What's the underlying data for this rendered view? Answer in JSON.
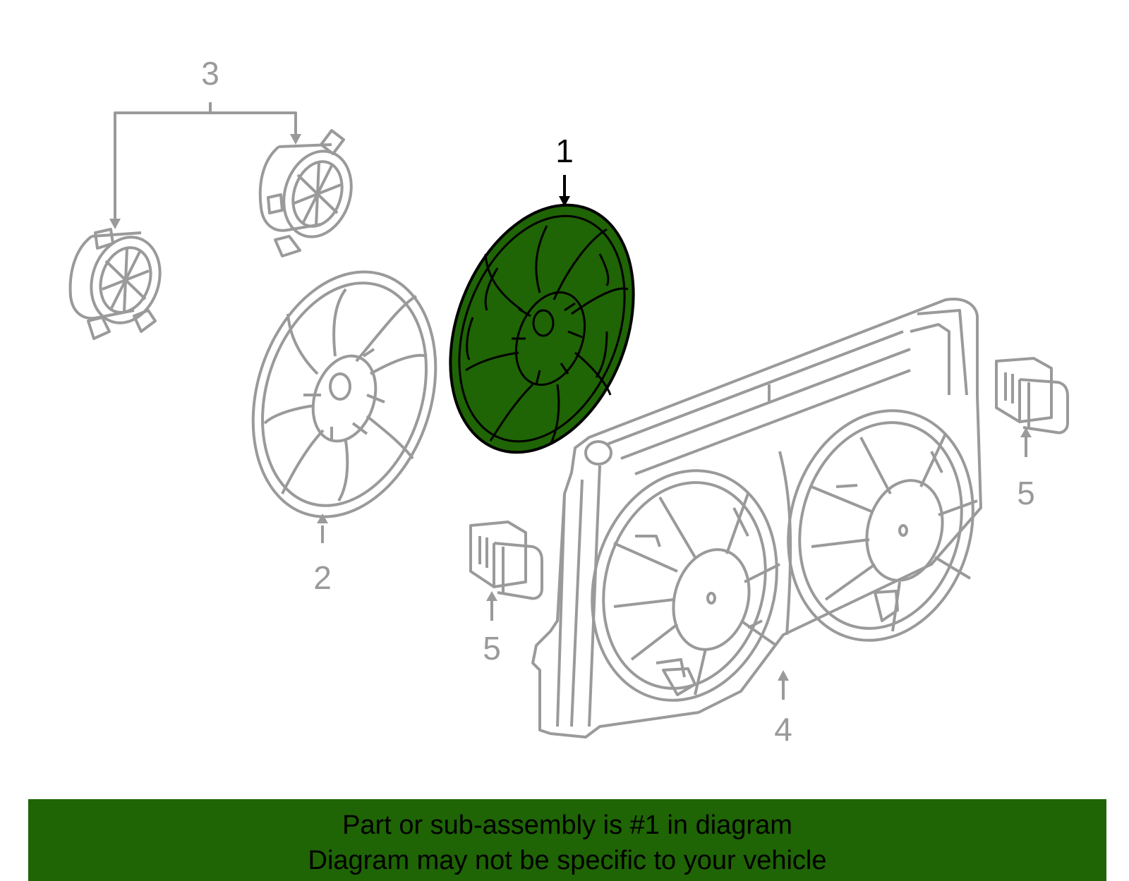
{
  "callouts": {
    "c1": "1",
    "c2": "2",
    "c3": "3",
    "c4": "4",
    "c5a": "5",
    "c5b": "5"
  },
  "colors": {
    "highlight": "#1f6405",
    "outline": "#9a9a9a",
    "active_outline": "#000000"
  },
  "banner": {
    "line1": "Part or sub-assembly is #1 in diagram",
    "line2": "Diagram may not be specific to your vehicle"
  }
}
